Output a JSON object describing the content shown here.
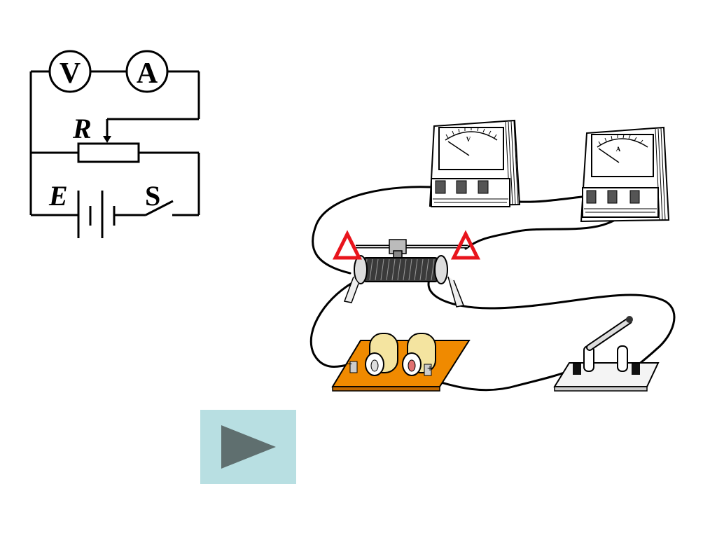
{
  "schematic": {
    "voltmeter_symbol": "V",
    "ammeter_symbol": "A",
    "resistor_label": "R",
    "emf_label": "E",
    "switch_label": "S"
  },
  "apparatus": {
    "voltmeter_dial_label": "V",
    "ammeter_dial_label": "A",
    "battery_minus": "−",
    "battery_plus": "+"
  },
  "colors": {
    "marker": "#e8141c",
    "battery_board": "#f08a00",
    "play_background": "#b8dfe2",
    "play_icon": "#5f6f6f"
  },
  "controls": {
    "play_icon": "play-icon"
  }
}
